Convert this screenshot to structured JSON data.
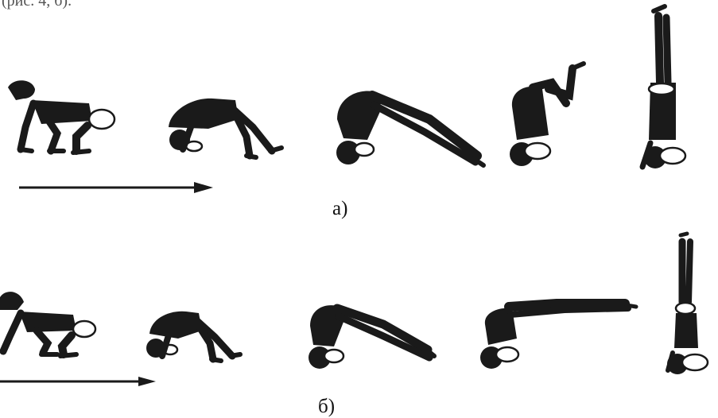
{
  "page": {
    "top_cut_text": "(рис. 4, б).",
    "accent_color": "#1a1a1a",
    "background": "#ffffff"
  },
  "sequences": [
    {
      "caption": "а)",
      "frame_count": 5,
      "phases": [
        "crouch",
        "head-to-mat",
        "pike-on-head",
        "tuck-legs-up",
        "headstand"
      ],
      "arrow": "direction-of-movement"
    },
    {
      "caption": "б)",
      "frame_count": 5,
      "phases": [
        "crouch",
        "head-to-mat",
        "pike-on-head",
        "straight-leg-lift",
        "headstand"
      ],
      "arrow": "direction-of-movement"
    }
  ]
}
